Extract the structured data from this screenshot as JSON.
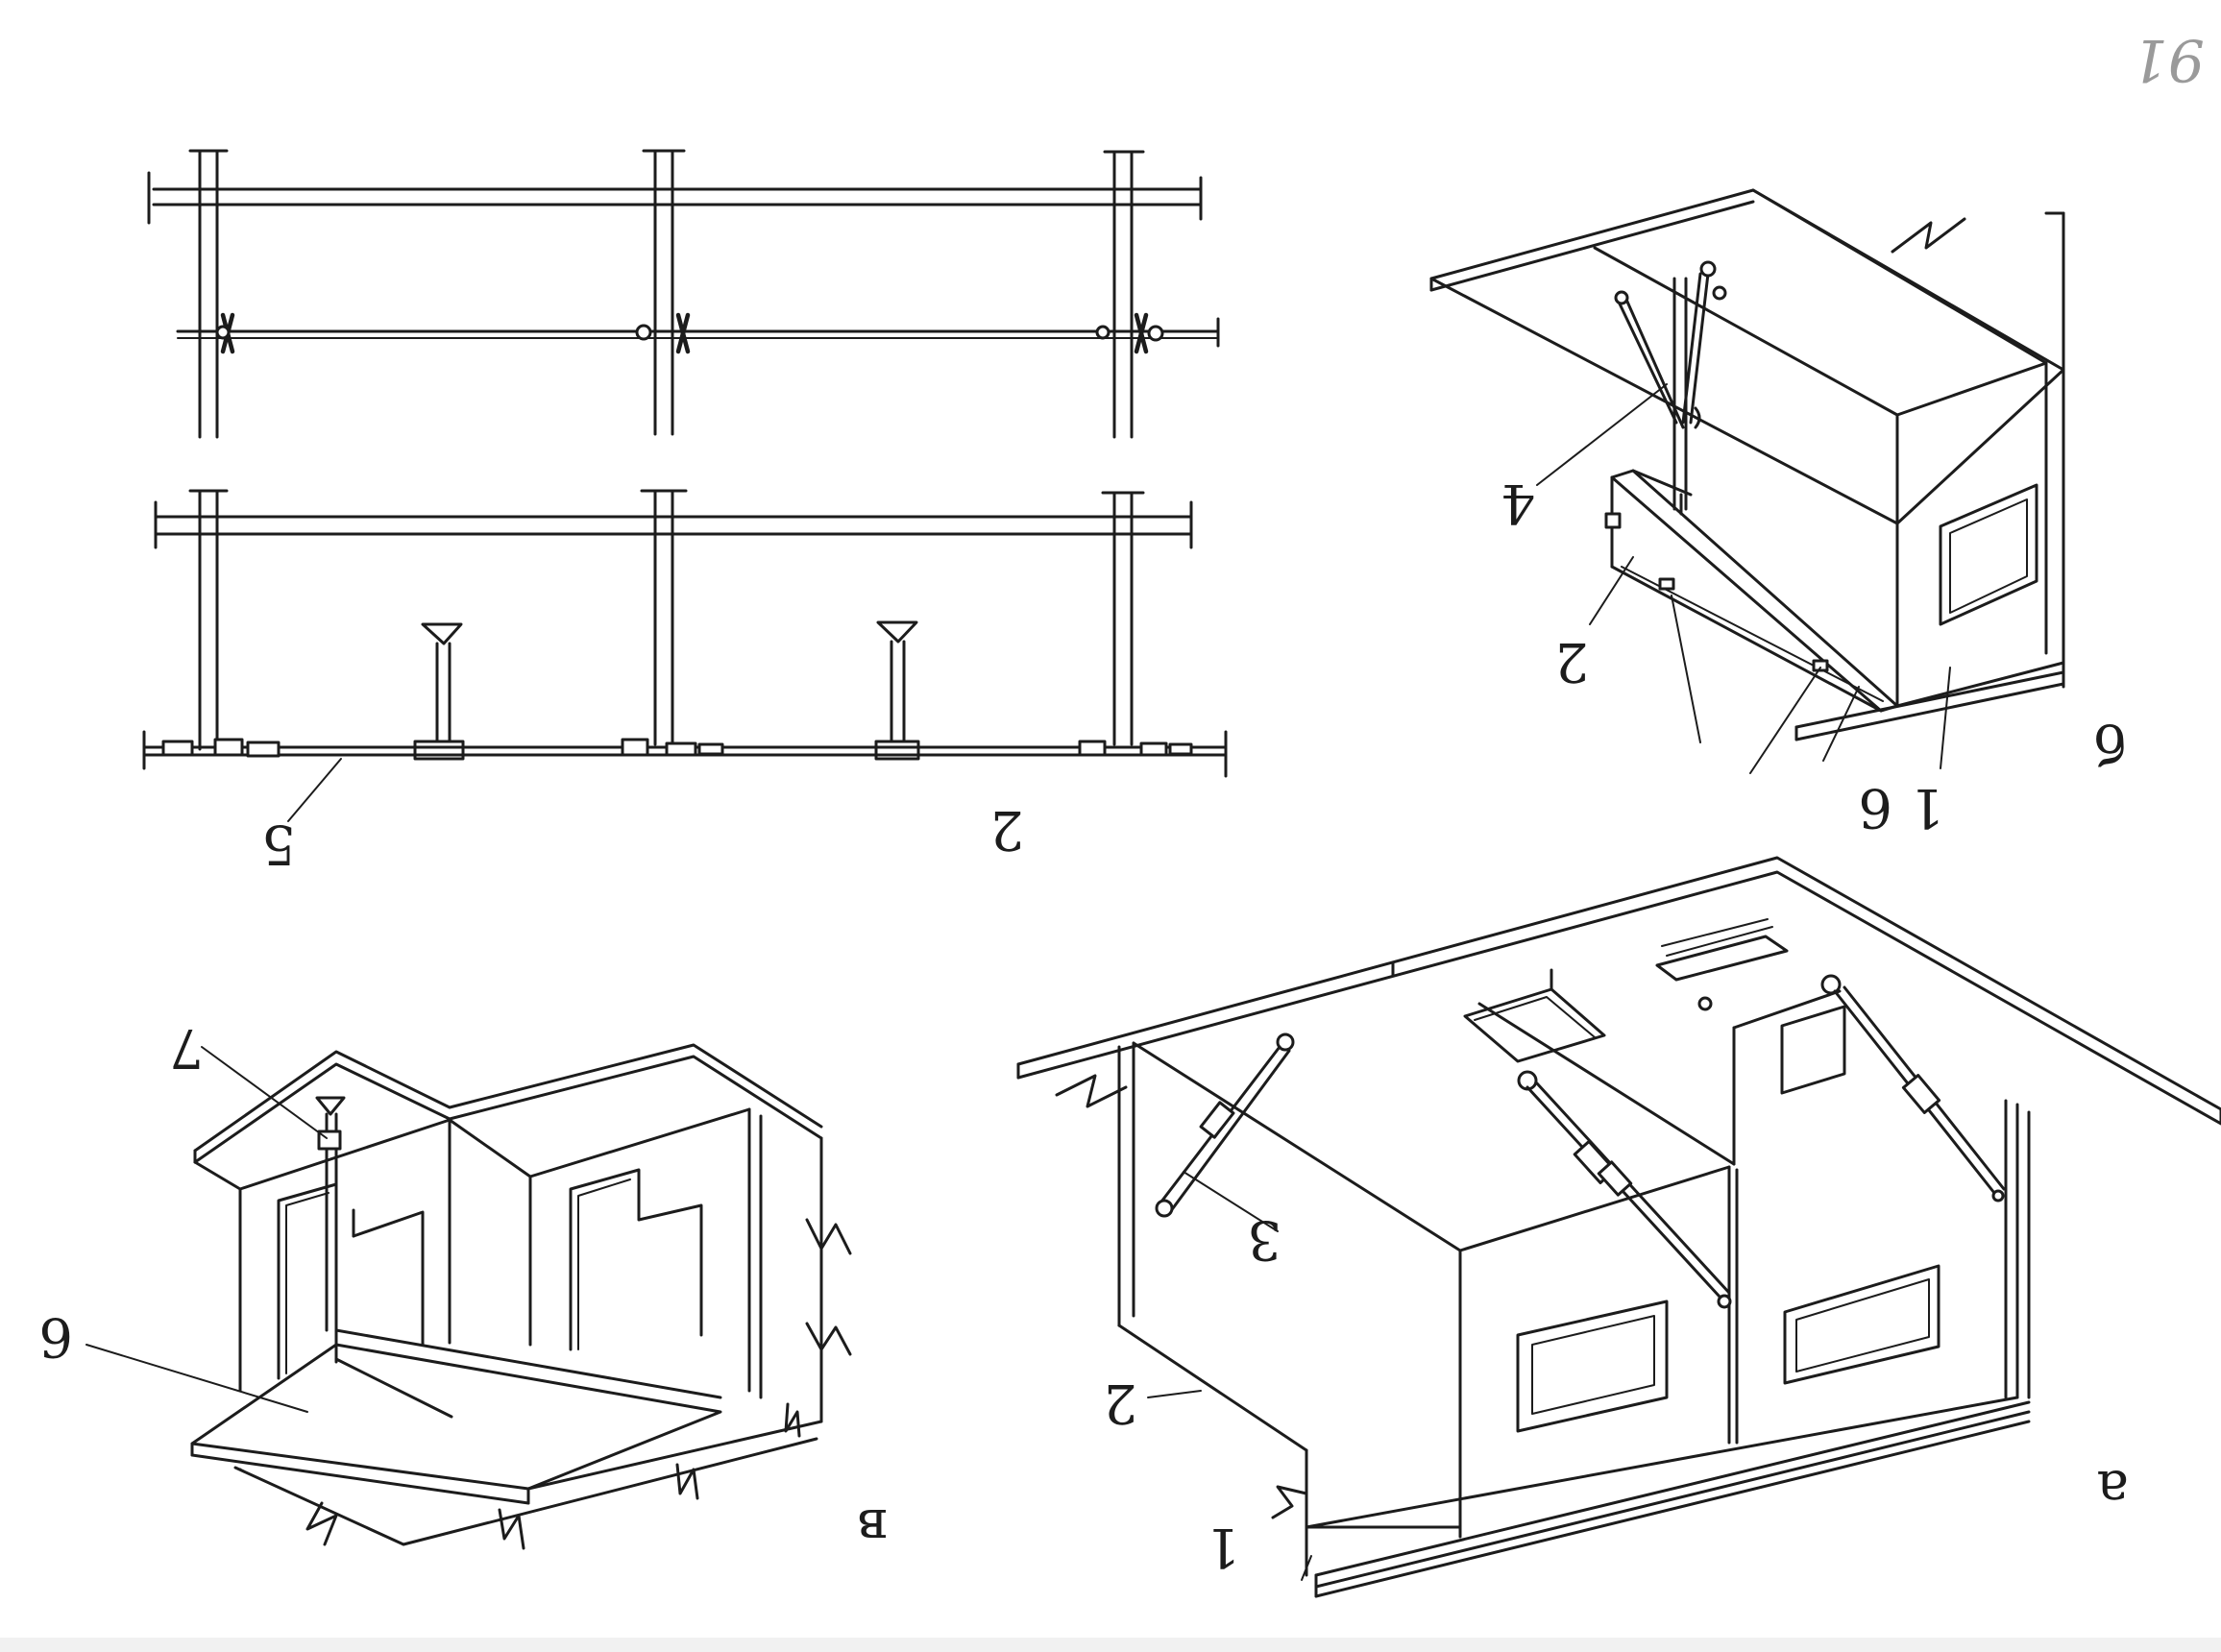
{
  "sheet": {
    "corner_mark": "91",
    "background": "#ffffff",
    "ink": "#1c1c1c"
  },
  "labels": {
    "ref_5": "5",
    "ref_2_top": "2",
    "ref_4": "4",
    "ref_2_b": "2",
    "ref_6_b": "6",
    "ref_1_b": "1",
    "ref_fig_b": "б",
    "ref_7": "7",
    "ref_6_c": "6",
    "ref_fig_c": "в",
    "ref_3": "3",
    "ref_2_a": "2",
    "ref_1_a": "1",
    "ref_fig_a": "а"
  }
}
